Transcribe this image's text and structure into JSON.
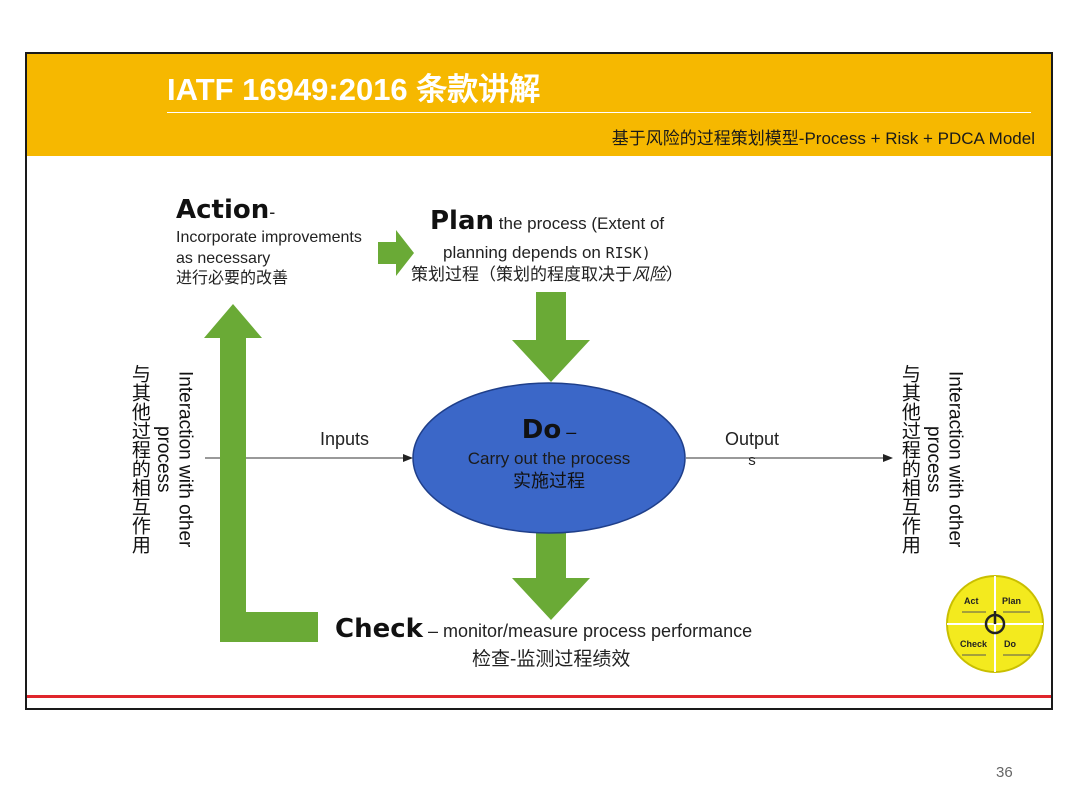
{
  "header": {
    "title": "IATF 16949:2016 条款讲解",
    "subtitle": "基于风险的过程策划模型-Process + Risk + PDCA Model"
  },
  "action": {
    "word": "Action",
    "dash": "-",
    "line1": "Incorporate improvements",
    "line2": "as necessary",
    "line3": "进行必要的改善"
  },
  "plan": {
    "word": "Plan",
    "line1": "the process (Extent of",
    "line2": "planning depends on ",
    "line2_mono": "RISK)",
    "line3": "策划过程（策划的程度取决于",
    "line3_italic": "风险",
    "line3_end": "）"
  },
  "do": {
    "word": "Do",
    "dash": " –",
    "line1": "Carry out the process",
    "line2": "实施过程"
  },
  "check": {
    "word": "Check",
    "line1": "– monitor/measure process performance",
    "line2": "检查-监测过程绩效"
  },
  "io": {
    "inputs": "Inputs",
    "outputs_line1": "Output",
    "outputs_line2": "s"
  },
  "interaction": {
    "en_line1": "Interaction with other",
    "en_line2": "process",
    "zh": "与其他过程的相互作用"
  },
  "pdca_badge": {
    "act": "Act",
    "plan": "Plan",
    "check": "Check",
    "do": "Do"
  },
  "page_number": "36",
  "colors": {
    "header": "#f6b800",
    "arrow_green": "#6aaa36",
    "ellipse_fill": "#3b67c8",
    "rule_red": "#e0262c",
    "badge_yellow": "#f3ea1e"
  }
}
